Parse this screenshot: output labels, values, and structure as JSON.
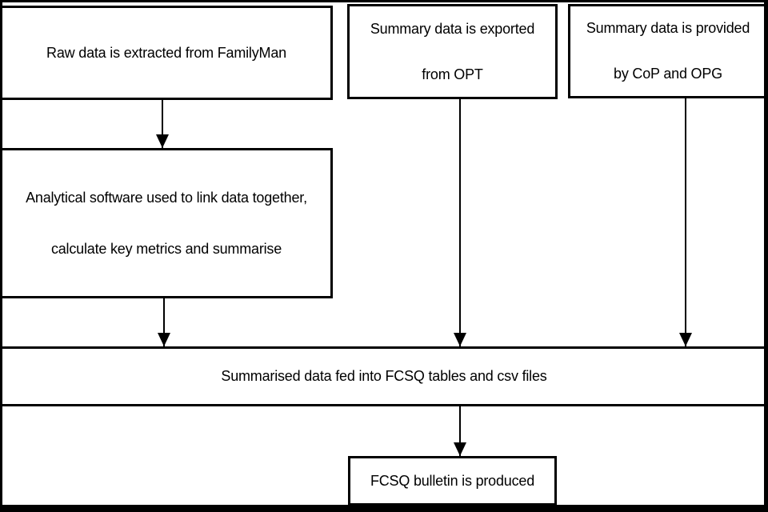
{
  "diagram": {
    "type": "flowchart",
    "colors": {
      "background": "#ffffff",
      "border": "#000000",
      "text": "#000000"
    },
    "boxes": {
      "familyman": {
        "lines": [
          "Raw data is extracted from FamilyMan"
        ]
      },
      "opt": {
        "lines": [
          "Summary data is exported",
          "from OPT"
        ]
      },
      "cop_opg": {
        "lines": [
          "Summary data is provided",
          "by CoP and OPG"
        ]
      },
      "analytical": {
        "lines": [
          "Analytical software used to link data together,",
          "calculate key metrics and summarise"
        ]
      },
      "fcsq_tables": {
        "lines": [
          "Summarised data fed into FCSQ tables and csv files"
        ]
      },
      "bulletin": {
        "lines": [
          "FCSQ bulletin is produced"
        ]
      }
    },
    "arrows": [
      {
        "from": "familyman",
        "to": "analytical"
      },
      {
        "from": "analytical",
        "to": "fcsq_tables"
      },
      {
        "from": "opt",
        "to": "fcsq_tables"
      },
      {
        "from": "cop_opg",
        "to": "fcsq_tables"
      },
      {
        "from": "fcsq_tables",
        "to": "bulletin"
      }
    ]
  }
}
